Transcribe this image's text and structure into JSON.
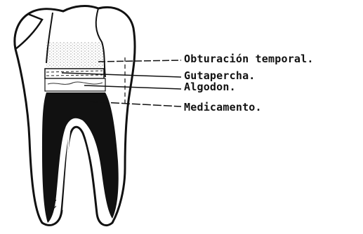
{
  "labels": {
    "temporary_filling": "Obturación temporal.",
    "gutta_percha": "Gutapercha.",
    "cotton": "Algodon.",
    "medicament": "Medicamento."
  },
  "colors": {
    "ink": "#111111",
    "paper": "#ffffff"
  }
}
